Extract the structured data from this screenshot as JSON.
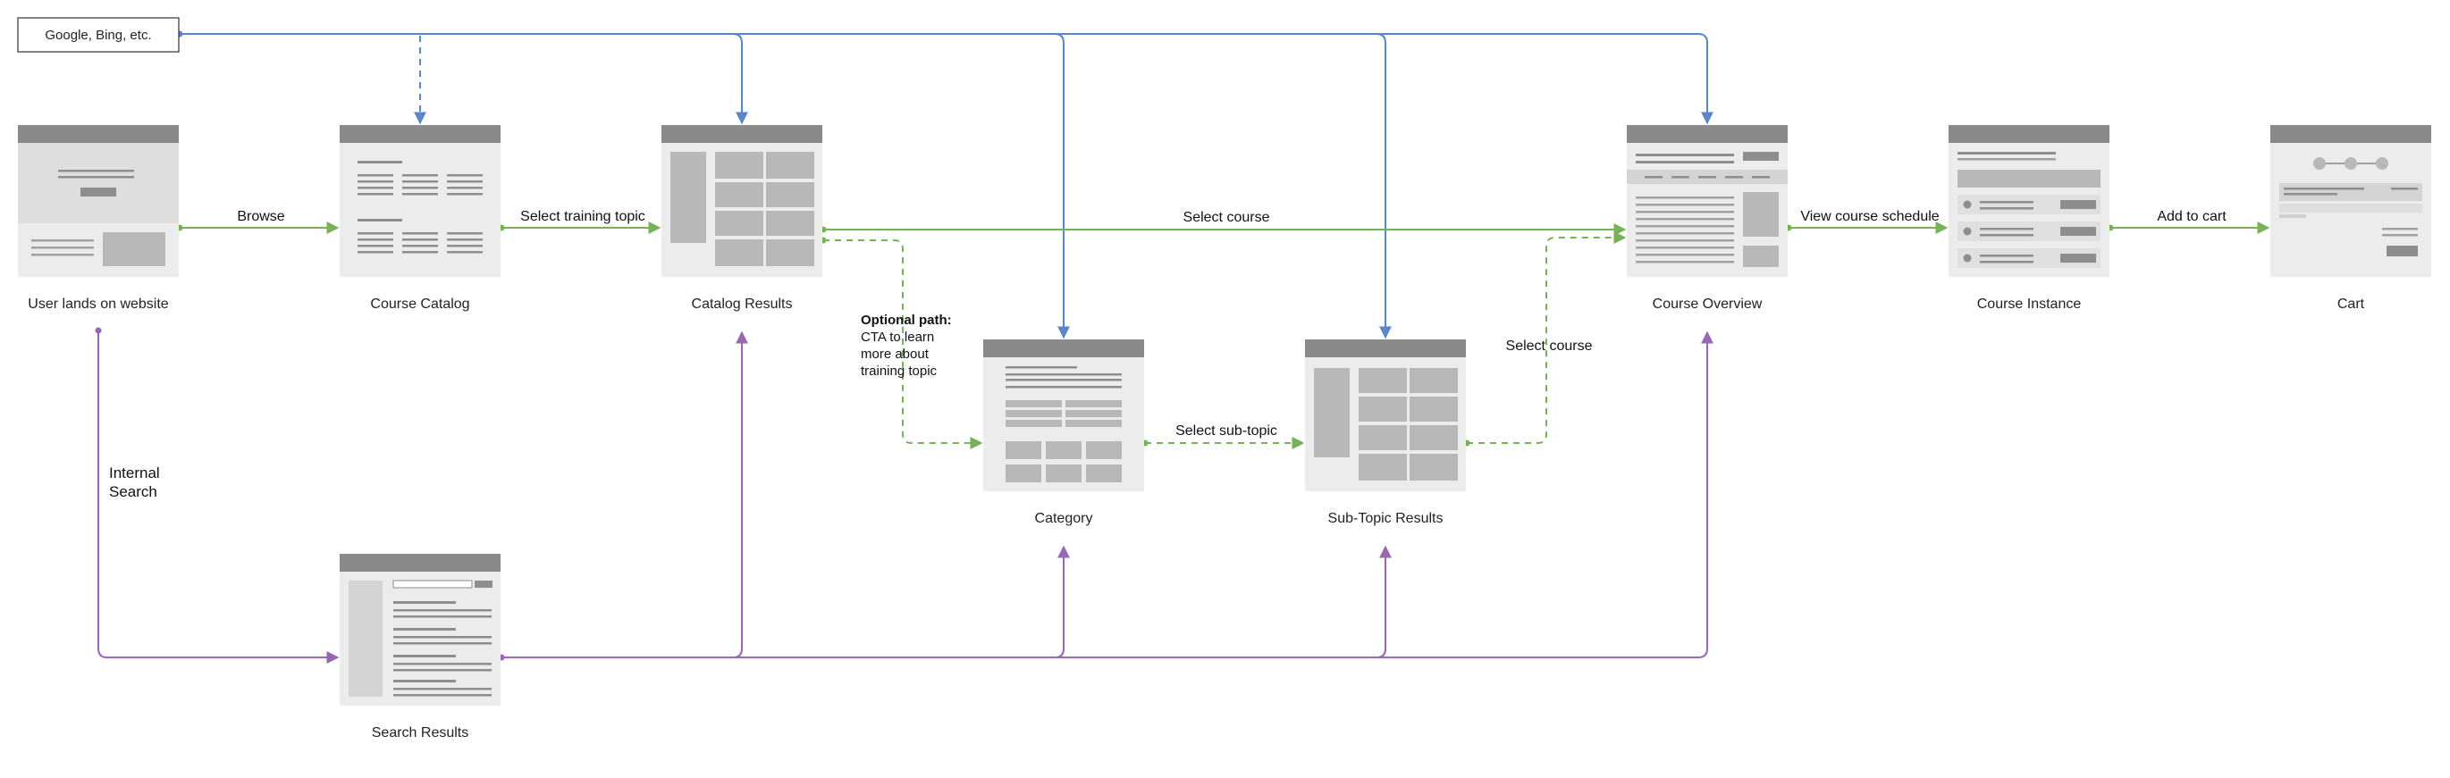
{
  "source_box": {
    "label": "Google, Bing, etc."
  },
  "screens": {
    "landing": "User lands on website",
    "catalog": "Course Catalog",
    "catalog_results": "Catalog Results",
    "category": "Category",
    "subtopic_results": "Sub-Topic Results",
    "overview": "Course Overview",
    "instance": "Course Instance",
    "cart": "Cart",
    "search_results": "Search Results"
  },
  "edge_labels": {
    "browse": "Browse",
    "select_training_topic": "Select training topic",
    "select_course_top": "Select course",
    "view_course_schedule": "View course schedule",
    "add_to_cart": "Add to cart",
    "select_sub_topic": "Select sub-topic",
    "select_course_from_subtopic": "Select course",
    "internal_search_1": "Internal",
    "internal_search_2": "Search"
  },
  "optional_path": {
    "title": "Optional path:",
    "line1": "CTA to learn",
    "line2": "more about",
    "line3": "training topic"
  },
  "colors": {
    "green": "#77b255",
    "blue": "#5b86c7",
    "purple": "#9966b3",
    "header_bar": "#8a8a8a",
    "body_bg": "#ececec",
    "block": "#b8b8b8",
    "line": "#8e8e8e"
  }
}
